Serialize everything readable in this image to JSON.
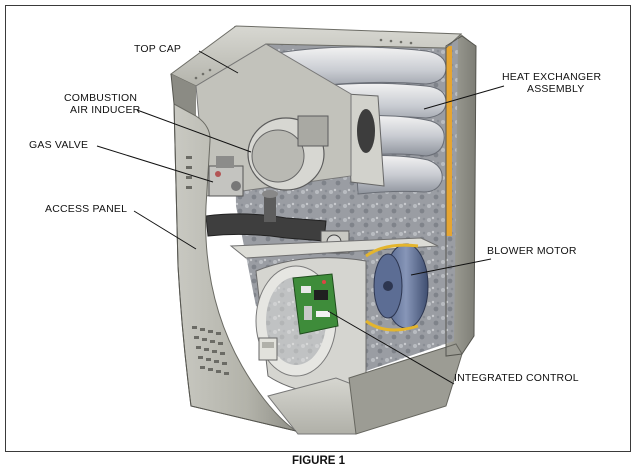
{
  "figure": {
    "caption": "FIGURE 1",
    "labels": {
      "top_cap": "TOP CAP",
      "combustion_line1": "COMBUSTION",
      "combustion_line2": "AIR INDUCER",
      "gas_valve": "GAS VALVE",
      "access_panel": "ACCESS PANEL",
      "heat_exchanger_line1": "HEAT EXCHANGER",
      "heat_exchanger_line2": "ASSEMBLY",
      "blower_motor": "BLOWER MOTOR",
      "integrated_control": "INTEGRATED CONTROL"
    }
  }
}
